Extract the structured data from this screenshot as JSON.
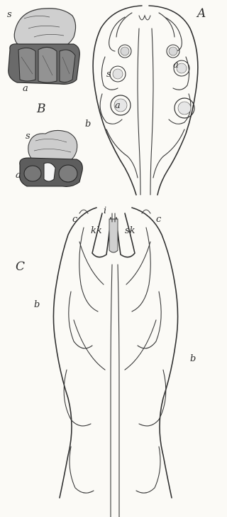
{
  "figure_labels": {
    "A": "A",
    "B": "B",
    "C": "C"
  },
  "panel_a_labels": {
    "a_upper": "a",
    "a_lower": "a",
    "s": "s",
    "b": "b"
  },
  "panel_b_labels": {
    "s_top": "s",
    "a_top": "a",
    "s_bottom": "s",
    "a_bottom": "a"
  },
  "panel_c_labels": {
    "i": "i",
    "kk": "kk",
    "sk": "sk",
    "c_left": "c",
    "c_right": "c",
    "b_left": "b",
    "b_right": "b"
  },
  "colors": {
    "ink": "#2f2f2f",
    "paper": "#fbfaf6",
    "shade_dark": "#5a5a5a",
    "shade_light": "#bdbdbd"
  }
}
